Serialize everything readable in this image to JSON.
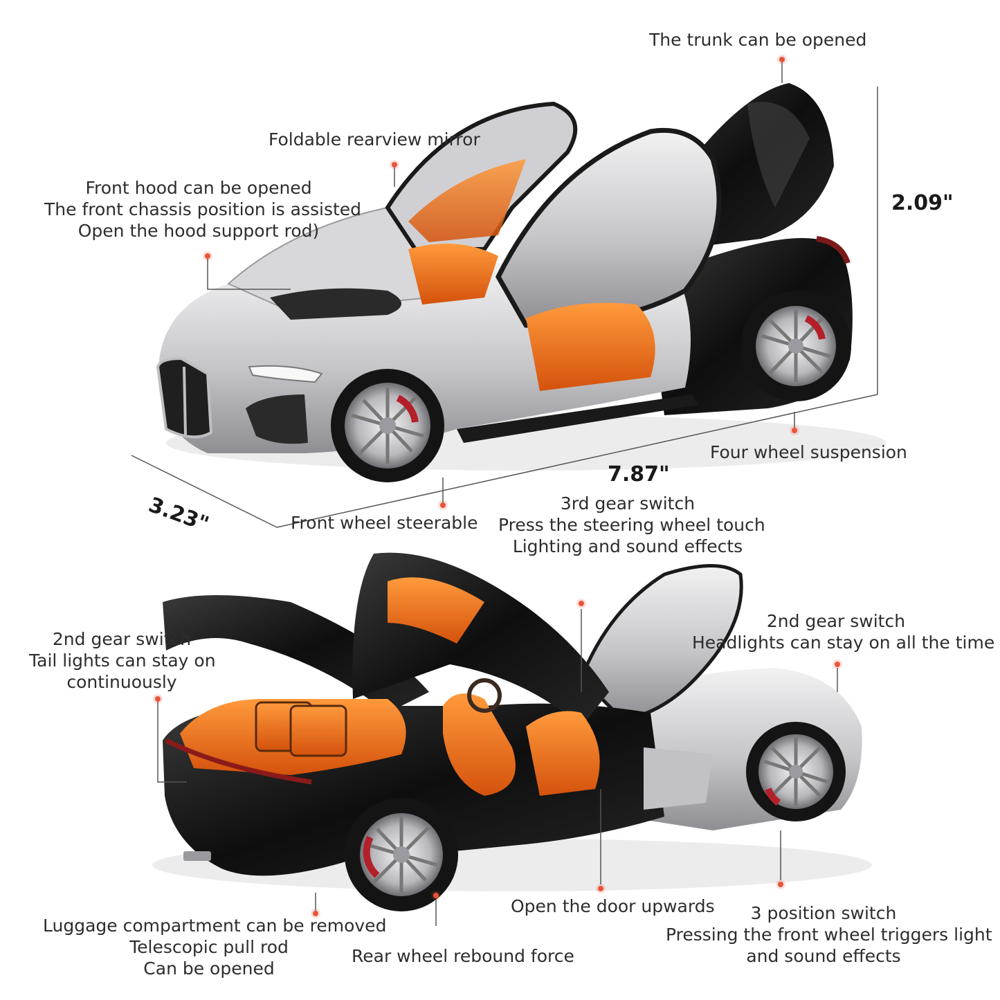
{
  "dimensions": {
    "height": "2.09\"",
    "length": "7.87\"",
    "width": "3.23\""
  },
  "callouts": {
    "trunk": "The trunk can be opened",
    "mirror": "Foldable rearview mirror",
    "hood": [
      "Front hood can be opened",
      "The front chassis position is assisted",
      "Open the hood support rod)"
    ],
    "suspension": "Four wheel suspension",
    "front_wheel": "Front wheel steerable",
    "gear3": [
      "3rd gear switch",
      "Press the steering wheel touch",
      "Lighting and sound effects"
    ],
    "gear2_head": [
      "2nd gear switch",
      "Headlights can stay on all the time"
    ],
    "gear2_tail": [
      "2nd gear switch",
      "Tail lights can stay on",
      "continuously"
    ],
    "door": "Open the door upwards",
    "pos3": [
      "3 position switch",
      "Pressing the front wheel triggers light",
      "and sound effects"
    ],
    "luggage": [
      "Luggage compartment can be removed",
      "Telescopic pull rod",
      "Can be opened"
    ],
    "rebound": "Rear wheel rebound force"
  },
  "colors": {
    "body_silver": "#c9c9cc",
    "body_black": "#141414",
    "interior_orange": "#f06a14",
    "caliper_red": "#b3202a",
    "callout_dot": "#e8553a"
  }
}
